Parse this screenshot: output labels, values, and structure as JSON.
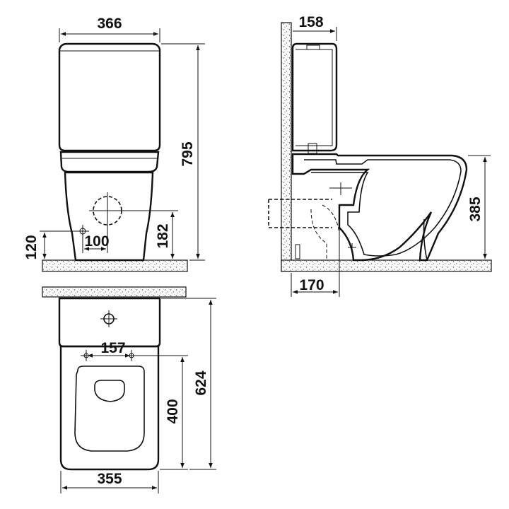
{
  "dimensions": {
    "front_width": "366",
    "front_height": "795",
    "front_outlet_height": "182",
    "front_inlet_height": "120",
    "front_inlet_offset": "100",
    "side_tank_depth": "158",
    "side_seat_height": "385",
    "side_outlet_distance": "170",
    "top_fixing_distance": "157",
    "top_bowl_length": "400",
    "top_total_length": "624",
    "top_width": "355"
  },
  "colors": {
    "line": "#111111",
    "floor_hatch": "#bdbdbd",
    "background": "#ffffff"
  }
}
